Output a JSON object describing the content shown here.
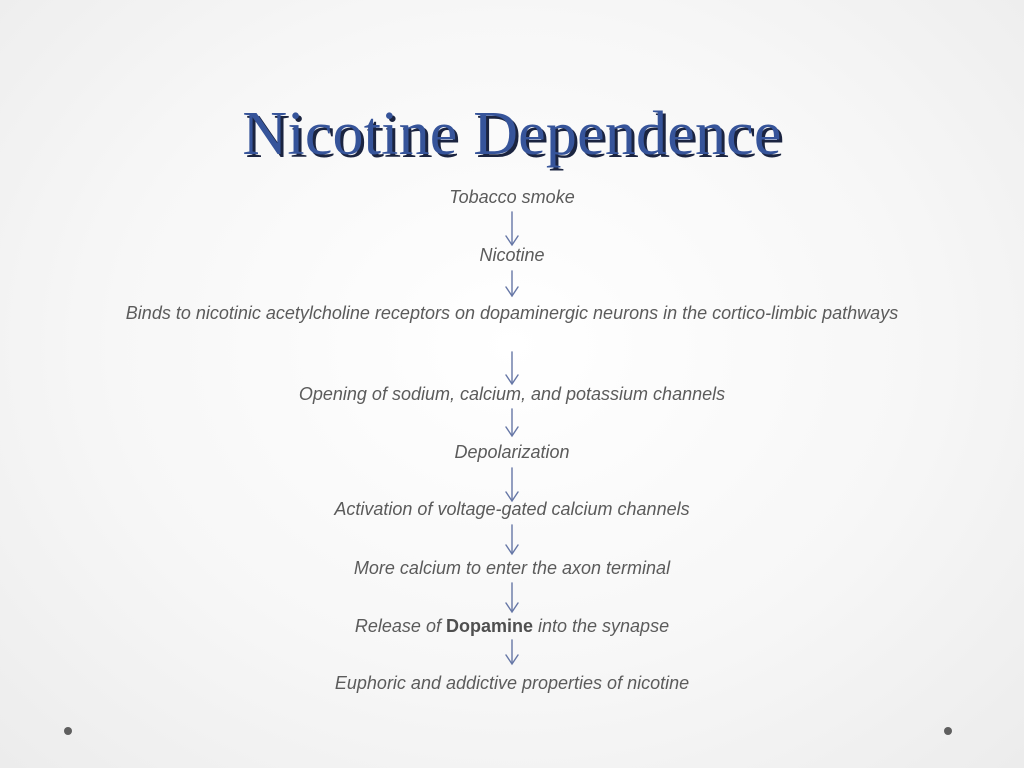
{
  "title": "Nicotine Dependence",
  "steps": [
    "Tobacco smoke",
    "Nicotine",
    "Binds to nicotinic acetylcholine receptors on dopaminergic neurons in the cortico-limbic pathways",
    "Opening of sodium, calcium, and potassium channels",
    "Depolarization",
    "Activation of voltage-gated calcium channels",
    "More calcium to enter the axon terminal",
    "Euphoric and addictive properties of nicotine"
  ],
  "release_step": {
    "prefix": "Release of ",
    "emphasis": "Dopamine",
    "suffix": " into the synapse"
  },
  "colors": {
    "title": "#36549a",
    "title_shadow": "#1b2440",
    "arrow": "#6677a6",
    "text": "#5b5b5b"
  }
}
